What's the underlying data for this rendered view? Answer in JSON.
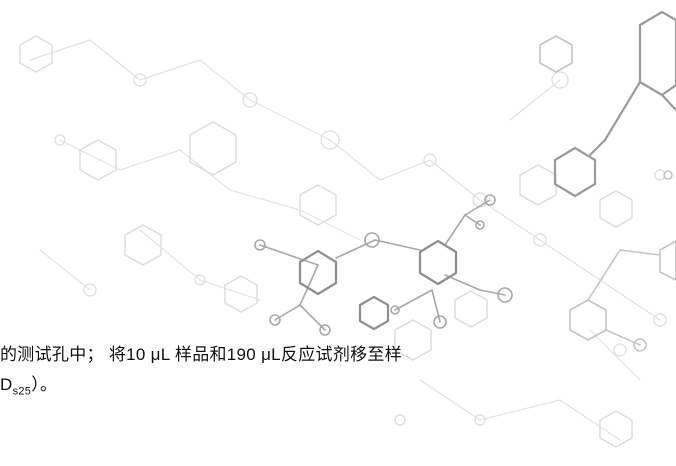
{
  "text": {
    "line1": "的测试孔中； 将10 μL 样品和190 μL反应试剂移至样",
    "line2_main": "D",
    "line2_sub": "s25",
    "line2_tail": "）。"
  },
  "icons": {
    "background": "molecule-network-icon"
  },
  "colors": {
    "background": "#ffffff",
    "text": "#111111",
    "molecule_light": "#d9d9d9",
    "molecule_mid": "#b3b3b3",
    "molecule_dark": "#8c8c8c"
  }
}
